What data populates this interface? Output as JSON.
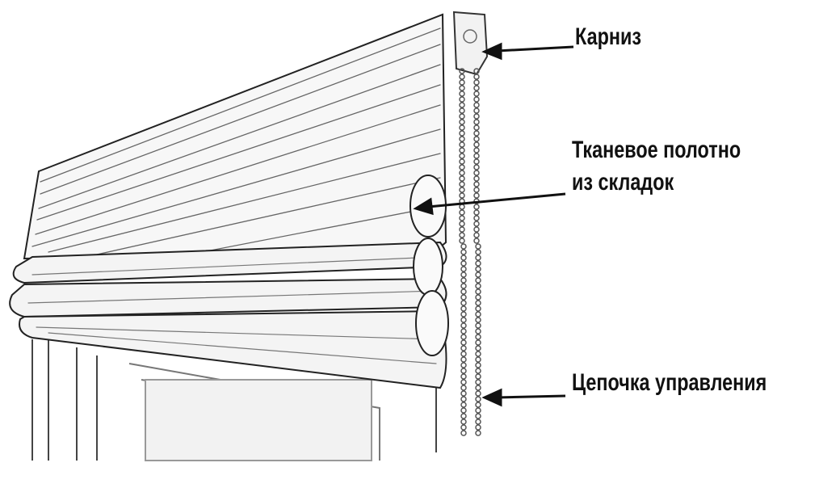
{
  "labels": {
    "cornice": "Карниз",
    "fabric_line1": "Тканевое полотно",
    "fabric_line2": "из складок",
    "chain": "Цепочка управления"
  },
  "colors": {
    "ink": "#111111",
    "sketch": "#555555",
    "paper": "#ffffff"
  }
}
